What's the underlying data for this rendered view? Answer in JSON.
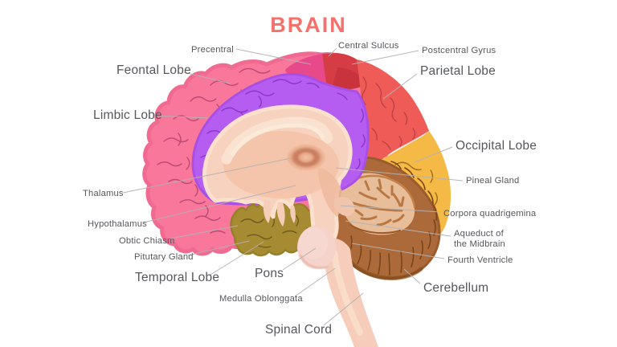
{
  "title": "BRAIN",
  "colors": {
    "title": "#F4716C",
    "label_text": "#56575B",
    "leader_line": "#B3B3B4",
    "frontal_lobe_pink": "#F8779B",
    "precentral_magenta": "#E8498A",
    "central_sulcus_red": "#D53C43",
    "parietal_lobe_coral": "#EF5C57",
    "occipital_lobe_yellow": "#F5B946",
    "limbic_lobe_purple": "#B55CF1",
    "temporal_lobe_olive": "#A68B33",
    "cerebellum_brown": "#AC6A3A",
    "cerebellum_inner_tan": "#E8BE9A",
    "inner_peach": "#F7D2BE",
    "corpus_callosum_cream": "#FAE2D0",
    "thalamus_ring": "#C87E61",
    "brainstem_pink": "#F5D3CB",
    "spinal_cord_peach": "#F6CDBA"
  },
  "regions": [
    {
      "name": "frontal-lobe",
      "color": "#F8779B"
    },
    {
      "name": "precentral-gyrus",
      "color": "#E8498A"
    },
    {
      "name": "central-sulcus",
      "color": "#D53C43"
    },
    {
      "name": "parietal-lobe",
      "color": "#EF5C57"
    },
    {
      "name": "occipital-lobe",
      "color": "#F5B946"
    },
    {
      "name": "limbic-lobe",
      "color": "#B55CF1"
    },
    {
      "name": "temporal-lobe",
      "color": "#A68B33"
    },
    {
      "name": "cerebellum",
      "color": "#AC6A3A"
    },
    {
      "name": "brainstem-spinal-cord",
      "color": "#F6CDBA"
    }
  ],
  "labels": [
    {
      "id": "precentral",
      "text": "Precentral"
    },
    {
      "id": "central-sulcus",
      "text": "Central Sulcus"
    },
    {
      "id": "postcentral-gyrus",
      "text": "Postcentral Gyrus"
    },
    {
      "id": "frontal-lobe",
      "text": "Feontal Lobe"
    },
    {
      "id": "parietal-lobe",
      "text": "Parietal Lobe"
    },
    {
      "id": "limbic-lobe",
      "text": "Limbic Lobe"
    },
    {
      "id": "occipital-lobe",
      "text": "Occipital Lobe"
    },
    {
      "id": "pineal-gland",
      "text": "Pineal Gland"
    },
    {
      "id": "thalamus",
      "text": "Thalamus"
    },
    {
      "id": "corpora-quadrigemina",
      "text": "Corpora quadrigemina"
    },
    {
      "id": "hypothalamus",
      "text": "Hypothalamus"
    },
    {
      "id": "aqueduct-of-the-midbrain",
      "line1": "Aqueduct of",
      "line2": "the Midbrain"
    },
    {
      "id": "obtic-chiasm",
      "text": "Obtic Chiasm"
    },
    {
      "id": "pitutary-gland",
      "text": "Pitutary Gland"
    },
    {
      "id": "fourth-ventricle",
      "text": "Fourth Ventricle"
    },
    {
      "id": "temporal-lobe",
      "text": "Temporal Lobe"
    },
    {
      "id": "pons",
      "text": "Pons"
    },
    {
      "id": "cerebellum",
      "text": "Cerebellum"
    },
    {
      "id": "medulla-oblonggata",
      "text": "Medulla Oblonggata"
    },
    {
      "id": "spinal-cord",
      "text": "Spinal Cord"
    }
  ]
}
